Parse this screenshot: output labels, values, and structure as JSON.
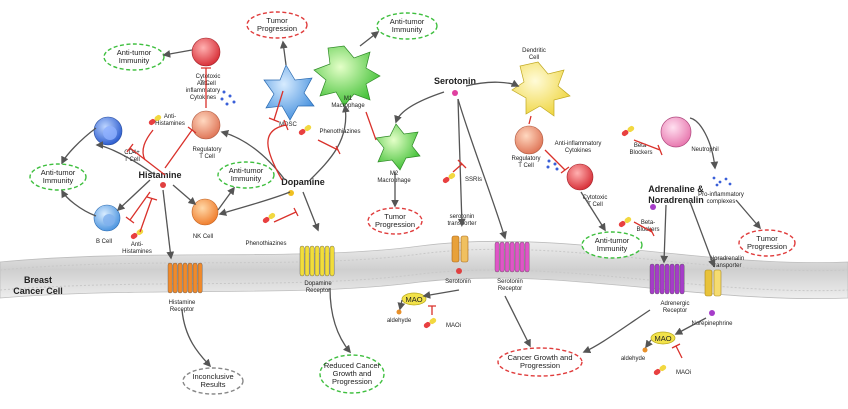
{
  "labels": {
    "breast_cancer_cell": "Breast\nCancer Cell",
    "histamine": "Histamine",
    "dopamine": "Dopamine",
    "serotonin": "Serotonin",
    "adrenaline": "Adrenaline &\nNoradrenalin",
    "cd4": "CD4+\nT Cell",
    "b_cell": "B Cell",
    "nk_cell": "NK Cell",
    "cytotoxic_1": "Cytotoxic\nT Cell",
    "regulatory_1": "Regulatory\nT Cell",
    "mdsc": "MDSC",
    "m1": "M1\nMacrophage",
    "m2": "M2\nMacrophage",
    "dendritic": "Dendritic\nCell",
    "regulatory_2": "Regulatory\nT Cell",
    "cytotoxic_2": "Cytotoxic\nT Cell",
    "neutrophil": "Neutrophil",
    "anti_infl_1": "Anti-\ninflammatory\nCytokines",
    "anti_infl_2": "Anti-inflammatory\nCytokines",
    "pro_infl": "Pro-inflammatory\ncomplexes",
    "anti_hist_1": "Anti-\nHistamines",
    "anti_hist_2": "Anti-\nHistamines",
    "phenothiazines_1": "Phenothiazines",
    "phenothiazines_2": "Phenothiazines",
    "ssris": "SSRIs",
    "beta_1": "Beta-\nBlockers",
    "beta_2": "Beta-\nBlockers",
    "serotonin_transporter": "serotonin\ntransporter",
    "serotonin_small": "Serotonin",
    "histamine_receptor": "Histamine\nReceptor",
    "dopamine_receptor": "Dopamine\nReceptor",
    "serotonin_receptor": "Serotonin\nReceptor",
    "adrenergic_receptor": "Adrenergic\nReceptor",
    "noradrenalin_transporter": "Noradrenalin\ntransporter",
    "norepinephrine": "Norepinephrine",
    "mao": "MAO",
    "maoi": "MAOi",
    "aldehyde": "aldehyde"
  },
  "outcomes": {
    "anti_tumor_immunity": "Anti-tumor\nImmunity",
    "tumor_progression": "Tumor\nProgression",
    "reduced_growth": "Reduced Cancer\nGrowth and\nProgression",
    "growth_progression": "Cancer Growth and\nProgression",
    "inconclusive": "Inconclusive\nResults"
  },
  "colors": {
    "green_outline": "#3fbf3f",
    "red_outline": "#e03c3c",
    "grey_outline": "#888888",
    "membrane": "#d7d7d7",
    "histamine_receptor": "#f08a2c",
    "dopamine_receptor": "#f2dd3a",
    "serotonin_receptor": "#e055c8",
    "adrenergic_receptor": "#a63cc9",
    "transporter": "#e8a13a"
  },
  "icons": [
    "capsule-icon",
    "receptor-icon",
    "cell-icon",
    "arrow-icon",
    "inhibition-icon"
  ]
}
